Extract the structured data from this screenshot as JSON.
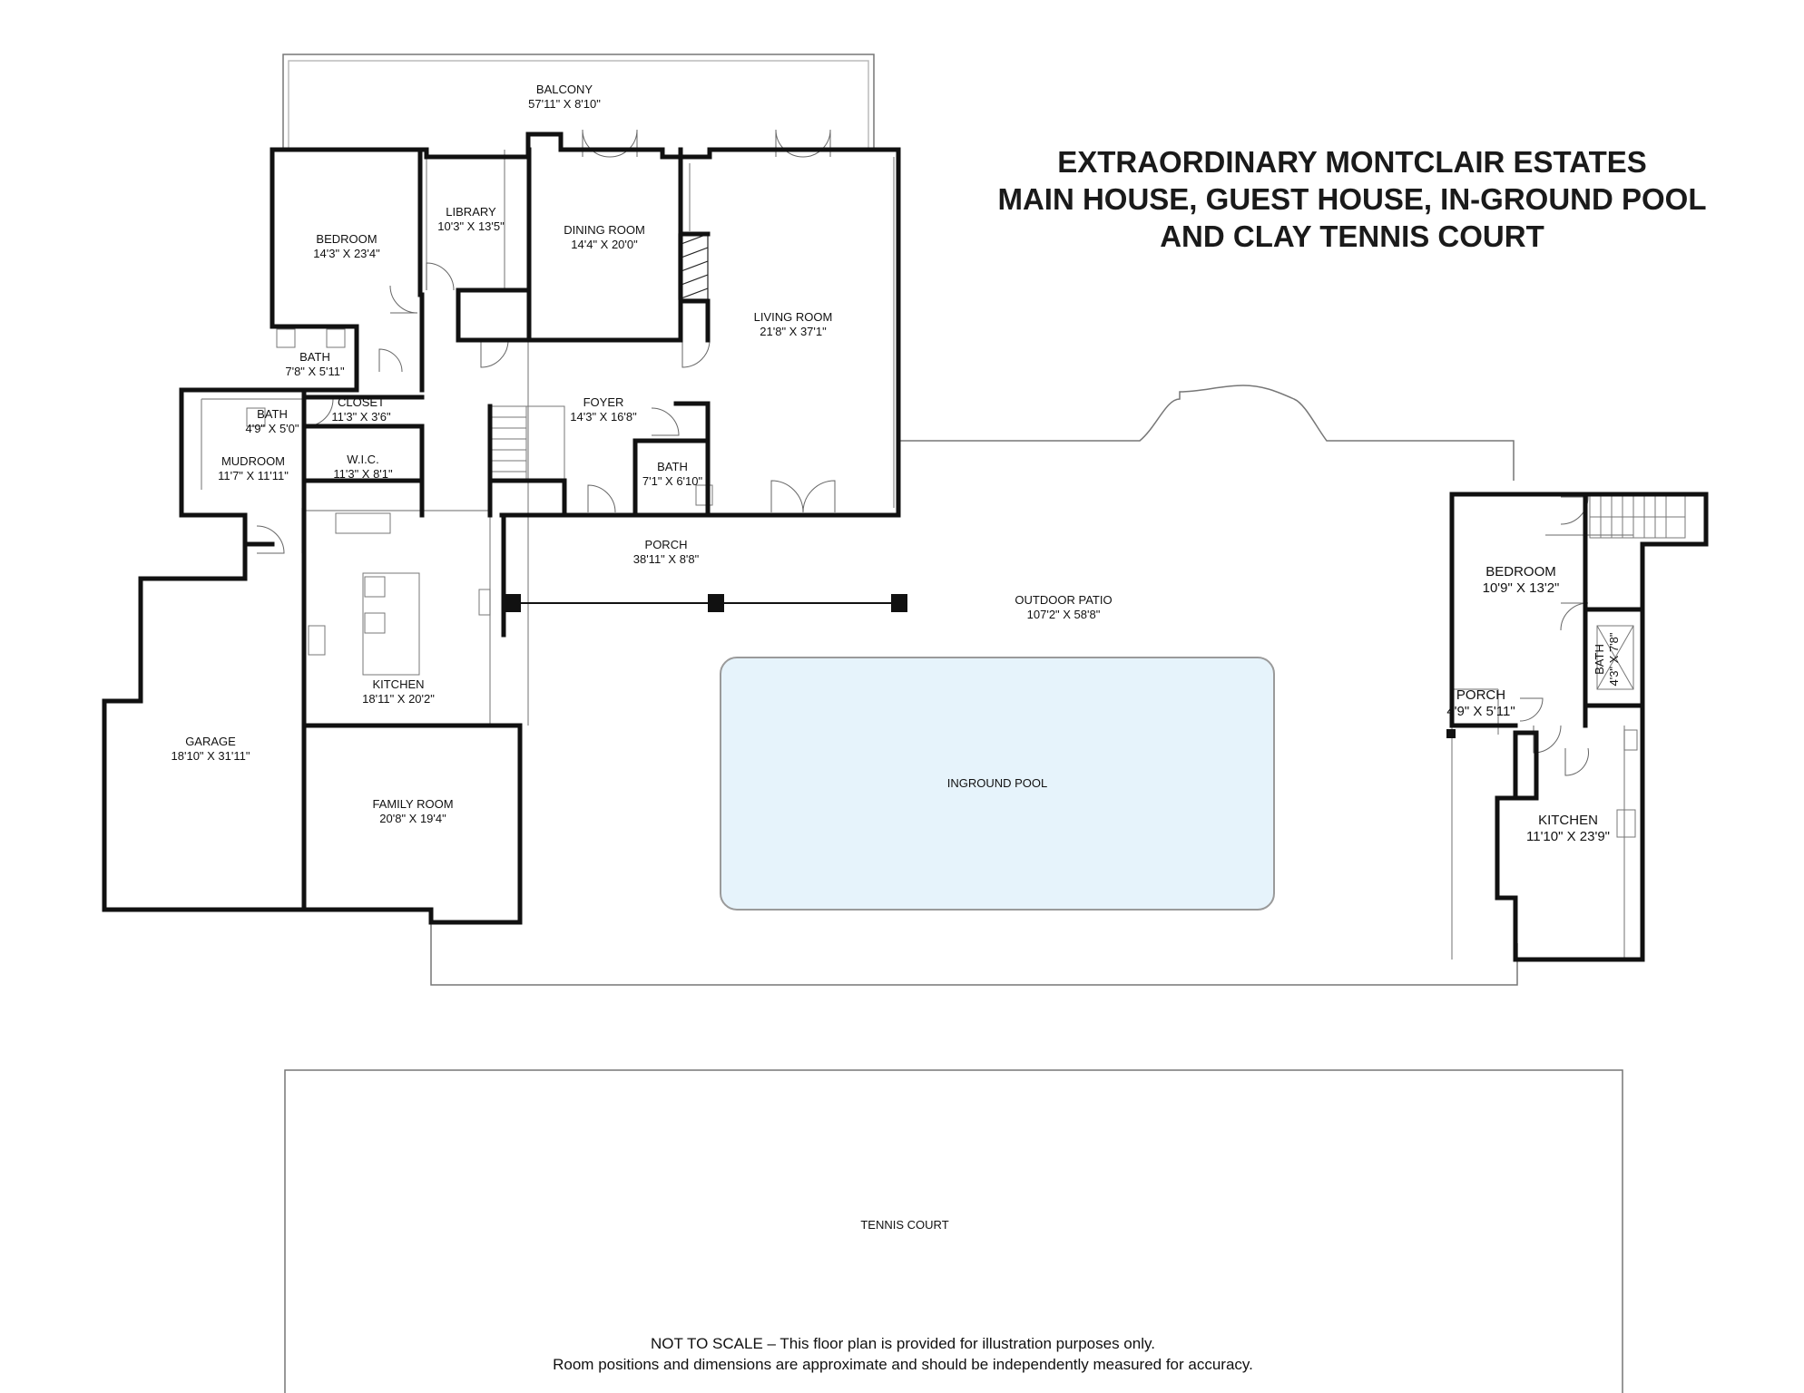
{
  "title": {
    "line1": "EXTRAORDINARY MONTCLAIR ESTATES",
    "line2": "MAIN HOUSE, GUEST HOUSE, IN-GROUND POOL",
    "line3": "AND CLAY TENNIS COURT"
  },
  "rooms": {
    "balcony": {
      "name": "BALCONY",
      "dims": "57'11\" X 8'10\""
    },
    "bedroom": {
      "name": "BEDROOM",
      "dims": "14'3\" X 23'4\""
    },
    "library": {
      "name": "LIBRARY",
      "dims": "10'3\" X 13'5\""
    },
    "dining_room": {
      "name": "DINING ROOM",
      "dims": "14'4\" X 20'0\""
    },
    "living_room": {
      "name": "LIVING ROOM",
      "dims": "21'8\" X 37'1\""
    },
    "bath_1": {
      "name": "BATH",
      "dims": "7'8\" X 5'11\""
    },
    "bath_2": {
      "name": "BATH",
      "dims": "4'9\" X 5'0\""
    },
    "closet": {
      "name": "CLOSET",
      "dims": "11'3\" X 3'6\""
    },
    "foyer": {
      "name": "FOYER",
      "dims": "14'3\" X 16'8\""
    },
    "mudroom": {
      "name": "MUDROOM",
      "dims": "11'7\" X 11'11\""
    },
    "wic": {
      "name": "W.I.C.",
      "dims": "11'3\" X 8'1\""
    },
    "bath_3": {
      "name": "BATH",
      "dims": "7'1\" X 6'10\""
    },
    "porch": {
      "name": "PORCH",
      "dims": "38'11\" X 8'8\""
    },
    "kitchen": {
      "name": "KITCHEN",
      "dims": "18'11\" X 20'2\""
    },
    "garage": {
      "name": "GARAGE",
      "dims": "18'10\" X 31'11\""
    },
    "family_room": {
      "name": "FAMILY ROOM",
      "dims": "20'8\" X 19'4\""
    },
    "outdoor_patio": {
      "name": "OUTDOOR PATIO",
      "dims": "107'2\" X 58'8\""
    },
    "inground_pool": {
      "name": "INGROUND POOL"
    },
    "tennis_court": {
      "name": "TENNIS COURT"
    },
    "guest_bedroom": {
      "name": "BEDROOM",
      "dims": "10'9\" X 13'2\""
    },
    "guest_bath": {
      "name": "BATH",
      "dims": "4'3\" X 7'8\""
    },
    "guest_porch": {
      "name": "PORCH",
      "dims": "4'9\" X 5'11\""
    },
    "guest_kitchen": {
      "name": "KITCHEN",
      "dims": "11'10\" X 23'9\""
    }
  },
  "disclaimer": {
    "line1": "NOT TO SCALE – This floor plan is provided for illustration purposes only.",
    "line2": "Room positions and dimensions are approximate and should be independently measured for accuracy."
  },
  "colors": {
    "wall": "#111111",
    "thin_line": "#777777",
    "pool_fill": "#e6f3fb",
    "pool_edge": "#9a9a9a"
  }
}
